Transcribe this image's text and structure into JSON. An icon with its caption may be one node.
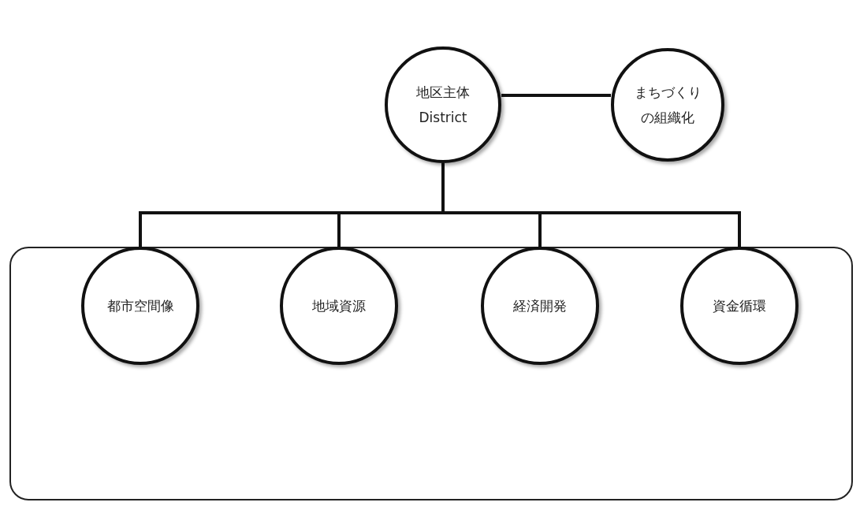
{
  "diagram": {
    "nodes": [
      {
        "text": [
          "地区主体 District"
        ]
      },
      {
        "text": [
          "まちづくりの組織化"
        ]
      },
      {
        "text": [],
        "shape": "box"
      },
      {
        "text": [
          "都市空間像"
        ],
        "in": 2
      },
      {
        "text": [
          "地域資源"
        ],
        "in": 2
      },
      {
        "text": [
          "経済開発"
        ],
        "in": 2
      },
      {
        "text": [
          "資金循環"
        ],
        "in": 2
      }
    ],
    "edges": [
      {
        "from": 0,
        "to": 1,
        "arrow": "none"
      },
      {
        "from": 0,
        "to": 3,
        "arrow": "none"
      },
      {
        "from": 0,
        "to": 4,
        "arrow": "none"
      },
      {
        "from": 0,
        "to": 5,
        "arrow": "none"
      },
      {
        "from": 0,
        "to": 6,
        "arrow": "none"
      }
    ]
  }
}
